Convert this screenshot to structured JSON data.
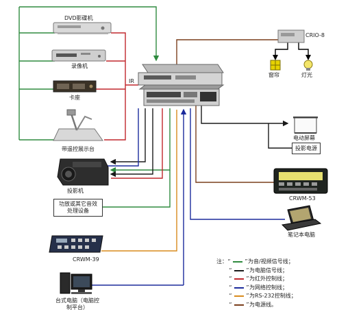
{
  "devices": {
    "dvd": "DVD影碟机",
    "vcr": "录像机",
    "cassette": "卡座",
    "visualizer": "带遥控展示台",
    "projector": "投影机",
    "amp": "功放或其它音效处理设备",
    "crwm39": "CRWM-39",
    "desktop": "台式电脑（电脑控制平台）",
    "crio8": "CRIO-8",
    "curtain": "窗帘",
    "light": "灯光",
    "screen": "电动屏幕",
    "proj_power": "投影电源",
    "crwm53": "CRWM-53",
    "laptop": "笔记本电脑",
    "ir": "IR"
  },
  "legend": {
    "title": "注：",
    "quote_open": "“",
    "quote_close": "”",
    "items": [
      {
        "color": "#2e8a3e",
        "text": "为音/视频信号线；"
      },
      {
        "color": "#1a1a1a",
        "text": "为电脑信号线；"
      },
      {
        "color": "#c0262c",
        "text": "为红外控制线；"
      },
      {
        "color": "#1b2a9c",
        "text": "为网络控制线；"
      },
      {
        "color": "#d98a1c",
        "text": "为RS-232控制线；"
      },
      {
        "color": "#7a3e1c",
        "text": "为电源线。"
      }
    ]
  },
  "colors": {
    "av": "#2e8a3e",
    "pc": "#1a1a1a",
    "ir": "#c0262c",
    "net": "#1b2a9c",
    "rs232": "#d98a1c",
    "power": "#7a3e1c"
  }
}
